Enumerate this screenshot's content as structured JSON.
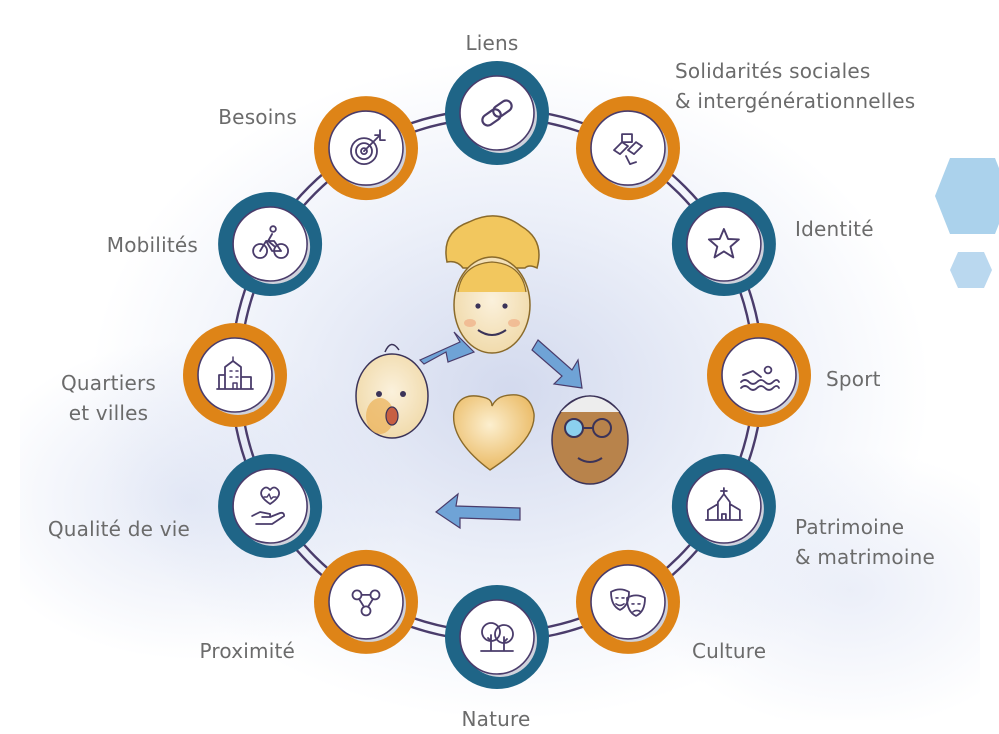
{
  "colors": {
    "blue": "#1f6587",
    "orange": "#de8417",
    "ring": "#4a3c6b",
    "icon": "#4a3c6b",
    "text": "#6b6b6b"
  },
  "nodes": [
    {
      "id": "liens",
      "color": "blue",
      "icon": "link-icon",
      "lines": [
        "Liens"
      ]
    },
    {
      "id": "solidarites",
      "color": "orange",
      "icon": "hands-icon",
      "lines": [
        "Solidarités sociales",
        "& intergénérationnelles"
      ]
    },
    {
      "id": "identite",
      "color": "blue",
      "icon": "star-icon",
      "lines": [
        "Identité"
      ]
    },
    {
      "id": "sport",
      "color": "orange",
      "icon": "swimmer-icon",
      "lines": [
        "Sport"
      ]
    },
    {
      "id": "patrimoine",
      "color": "blue",
      "icon": "church-icon",
      "lines": [
        "Patrimoine",
        "& matrimoine"
      ]
    },
    {
      "id": "culture",
      "color": "orange",
      "icon": "theater-masks-icon",
      "lines": [
        "Culture"
      ]
    },
    {
      "id": "nature",
      "color": "blue",
      "icon": "trees-icon",
      "lines": [
        "Nature"
      ]
    },
    {
      "id": "proximite",
      "color": "orange",
      "icon": "network-icon",
      "lines": [
        "Proximité"
      ]
    },
    {
      "id": "qualite",
      "color": "blue",
      "icon": "hand-heart-icon",
      "lines": [
        "Qualité de vie"
      ]
    },
    {
      "id": "quartiers",
      "color": "orange",
      "icon": "buildings-icon",
      "lines": [
        "Quartiers",
        "et villes"
      ]
    },
    {
      "id": "mobilites",
      "color": "blue",
      "icon": "bicycle-icon",
      "lines": [
        "Mobilités"
      ]
    },
    {
      "id": "besoins",
      "color": "orange",
      "icon": "target-icon",
      "lines": [
        "Besoins"
      ]
    }
  ]
}
